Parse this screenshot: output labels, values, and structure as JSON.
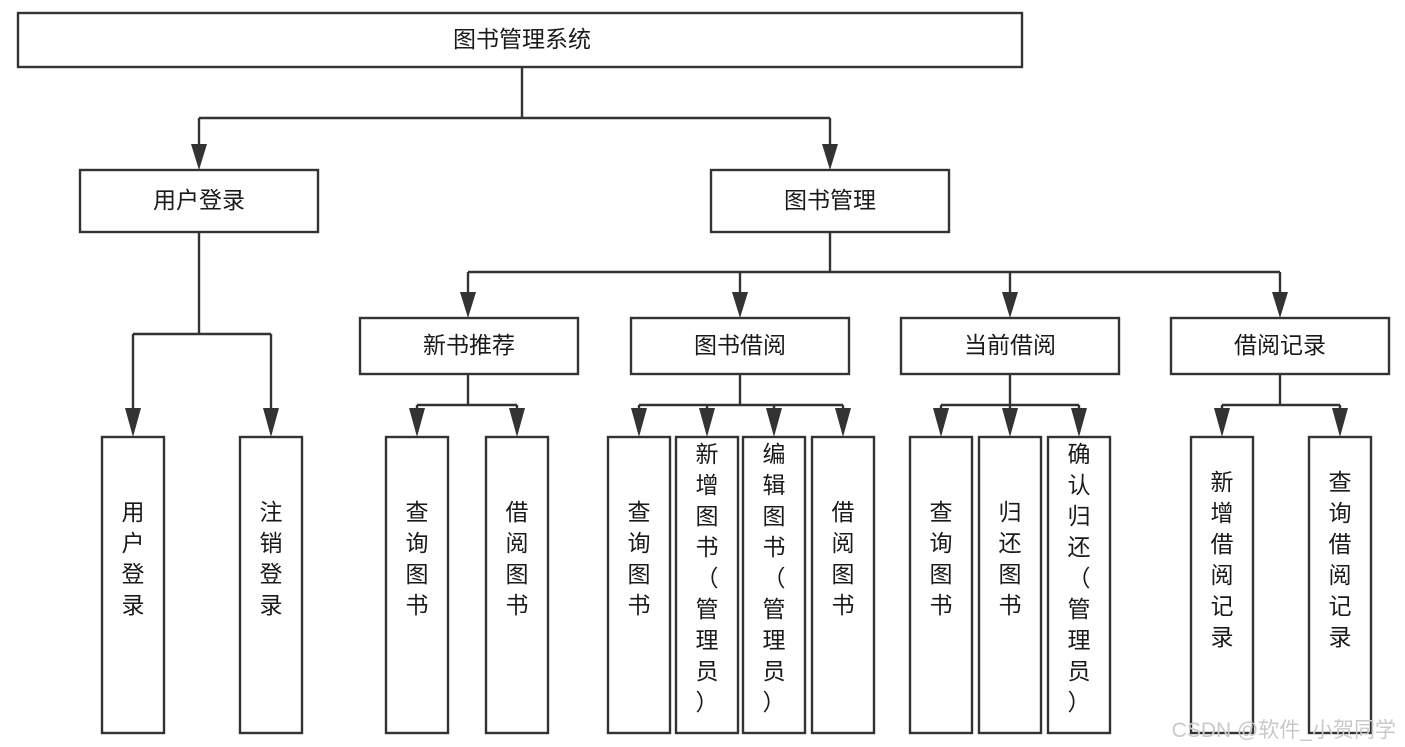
{
  "diagram": {
    "kind": "tree-hierarchy-chart",
    "title_text": "图书管理系统",
    "watermark": "CSDN @软件_小贺同学",
    "colors": {
      "box_stroke": "#333333",
      "box_fill": "#ffffff",
      "text": "#1a1a1a",
      "watermark": "#c9c9c9",
      "background": "#ffffff"
    },
    "levels": {
      "root": {
        "label": "图书管理系统"
      },
      "level2": [
        {
          "id": "user-login",
          "label": "用户登录"
        },
        {
          "id": "book-management",
          "label": "图书管理"
        }
      ],
      "level3": [
        {
          "id": "new-book-recommend",
          "label": "新书推荐"
        },
        {
          "id": "book-borrow",
          "label": "图书借阅"
        },
        {
          "id": "current-borrow",
          "label": "当前借阅"
        },
        {
          "id": "borrow-record",
          "label": "借阅记录"
        }
      ],
      "leaves": [
        {
          "id": "leaf-user-login",
          "label": "用户登录",
          "parent": "user-login"
        },
        {
          "id": "leaf-user-logout",
          "label": "注销登录",
          "parent": "user-login"
        },
        {
          "id": "leaf-query-book-1",
          "label": "查询图书",
          "parent": "new-book-recommend"
        },
        {
          "id": "leaf-borrow-book-1",
          "label": "借阅图书",
          "parent": "new-book-recommend"
        },
        {
          "id": "leaf-query-book-2",
          "label": "查询图书",
          "parent": "book-borrow"
        },
        {
          "id": "leaf-add-book",
          "label": "新增图书（管理员）",
          "parent": "book-borrow"
        },
        {
          "id": "leaf-edit-book",
          "label": "编辑图书（管理员）",
          "parent": "book-borrow"
        },
        {
          "id": "leaf-borrow-book-2",
          "label": "借阅图书",
          "parent": "book-borrow"
        },
        {
          "id": "leaf-query-book-3",
          "label": "查询图书",
          "parent": "current-borrow"
        },
        {
          "id": "leaf-return-book",
          "label": "归还图书",
          "parent": "current-borrow"
        },
        {
          "id": "leaf-confirm-return",
          "label": "确认归还（管理员）",
          "parent": "current-borrow"
        },
        {
          "id": "leaf-add-record",
          "label": "新增借阅记录",
          "parent": "borrow-record"
        },
        {
          "id": "leaf-query-record",
          "label": "查询借阅记录",
          "parent": "borrow-record"
        }
      ]
    }
  }
}
